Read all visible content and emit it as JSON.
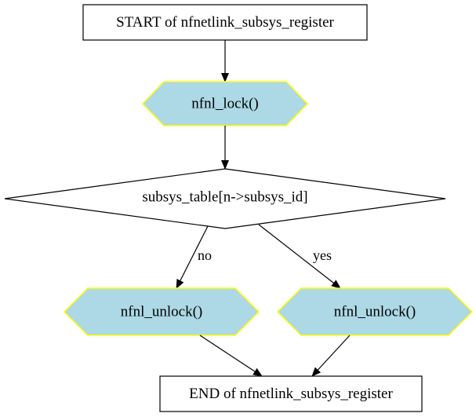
{
  "colors": {
    "process_fill": "#add8e6",
    "process_stroke": "#ffff00",
    "line": "#000000",
    "background": "#ffffff"
  },
  "nodes": {
    "start": {
      "label": "START of nfnetlink_subsys_register"
    },
    "lock": {
      "label": "nfnl_lock()"
    },
    "decision": {
      "label": "subsys_table[n->subsys_id]"
    },
    "unlock_no": {
      "label": "nfnl_unlock()"
    },
    "unlock_yes": {
      "label": "nfnl_unlock()"
    },
    "end": {
      "label": "END of nfnetlink_subsys_register"
    }
  },
  "edges": {
    "no_label": "no",
    "yes_label": "yes"
  }
}
